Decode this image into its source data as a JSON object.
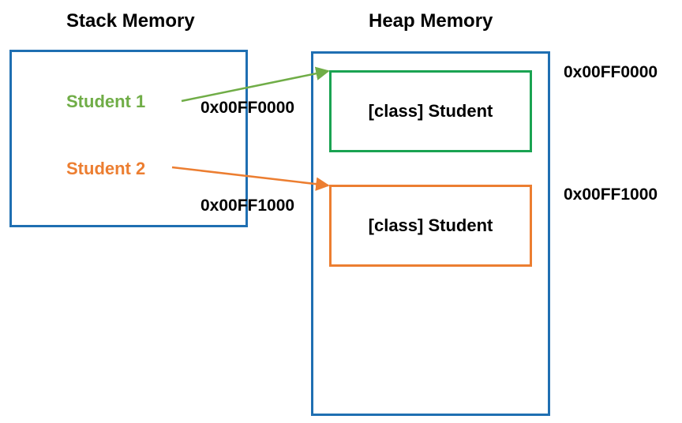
{
  "stack": {
    "title": "Stack Memory",
    "vars": [
      {
        "label": "Student 1",
        "color": "#70ad47"
      },
      {
        "label": "Student 2",
        "color": "#ec7e31"
      }
    ],
    "border_color": "#1f6fb2"
  },
  "heap": {
    "title": "Heap Memory",
    "border_color": "#1f6fb2",
    "objects": [
      {
        "label": "[class] Student",
        "address": "0x00FF0000",
        "border_color": "#1aa352"
      },
      {
        "label": "[class] Student",
        "address": "0x00FF1000",
        "border_color": "#ec7e31"
      }
    ]
  },
  "references": [
    {
      "address": "0x00FF0000",
      "arrow_color": "#70ad47"
    },
    {
      "address": "0x00FF1000",
      "arrow_color": "#ec7e31"
    }
  ]
}
